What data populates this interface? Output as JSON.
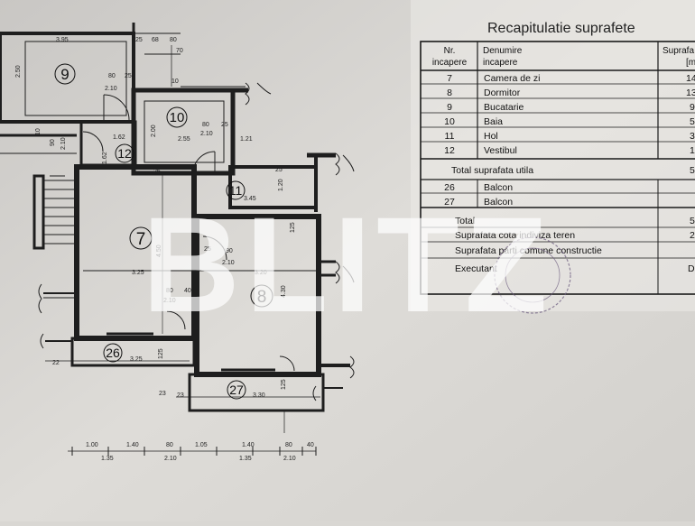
{
  "plan": {
    "room_numbers": [
      "9",
      "10",
      "12",
      "11",
      "7",
      "8",
      "26",
      "27"
    ],
    "dims": {
      "r9_width": "3.95",
      "r9_height": "2.50",
      "top_a": "25",
      "top_b": "68",
      "top_c": "80",
      "top_d": "70",
      "door9_a": "80",
      "door9_b": "2.10",
      "door9_c": "25",
      "door9_d": "10",
      "r10_h": "2.00",
      "r10_w": "2.55",
      "door10_a": "80",
      "door10_b": "2.10",
      "door10_c": "25",
      "r10_right": "1.21",
      "left_a": "10",
      "left_b": "90",
      "left_c": "2.10",
      "r12_a": "1.62",
      "r12_b": "1.62",
      "r12_c": "25",
      "r11_a": "3.45",
      "r11_b": "1.20",
      "r11_c": "25",
      "r7_h": "4.50",
      "r7_w": "3.25",
      "door7_a": "80",
      "door7_b": "2.10",
      "door7_c": "40",
      "mid_a": "25",
      "mid_b": "90",
      "mid_c": "2.10",
      "r8_w": "3.20",
      "r8_h": "4.30",
      "r8_side": "125",
      "r26_w": "3.25",
      "r26_left": "22",
      "r26_side": "125",
      "r27_w": "3.30",
      "r27_left": "23",
      "r27_side": "125",
      "r27_b": "23",
      "bot_top": [
        "1.00",
        "1.40",
        "80",
        "1.05",
        "1.40",
        "80",
        "40"
      ],
      "bot_low": [
        "1.35",
        "2.10",
        "1.35",
        "2.10"
      ]
    }
  },
  "table": {
    "title": "Recapitulatie suprafete",
    "col_nr_line1": "Nr.",
    "col_nr_line2": "incapere",
    "col_den_line1": "Denumire",
    "col_den_line2": "incapere",
    "col_sup_line1": "Suprafa",
    "col_sup_line2": "[m",
    "rows": [
      {
        "nr": "7",
        "name": "Camera de zi",
        "sup": "14"
      },
      {
        "nr": "8",
        "name": "Dormitor",
        "sup": "13"
      },
      {
        "nr": "9",
        "name": "Bucatarie",
        "sup": "9"
      },
      {
        "nr": "10",
        "name": "Baia",
        "sup": "5"
      },
      {
        "nr": "11",
        "name": "Hol",
        "sup": "3"
      },
      {
        "nr": "12",
        "name": "Vestibul",
        "sup": "1"
      }
    ],
    "total_util_label": "Total suprafata utila",
    "total_util_value": "5",
    "balcony_rows": [
      {
        "nr": "26",
        "name": "Balcon",
        "sup": ""
      },
      {
        "nr": "27",
        "name": "Balcon",
        "sup": ""
      }
    ],
    "total_label": "Total",
    "total_value": "5",
    "cota_label": "Suprafata cota indiviza teren",
    "cota_value": "2",
    "parti_label": "Suprafata parti comune constructie",
    "parti_value": "",
    "executant_label": "Executant",
    "executant_value": "D"
  },
  "watermark": {
    "text": "BLITZ"
  }
}
